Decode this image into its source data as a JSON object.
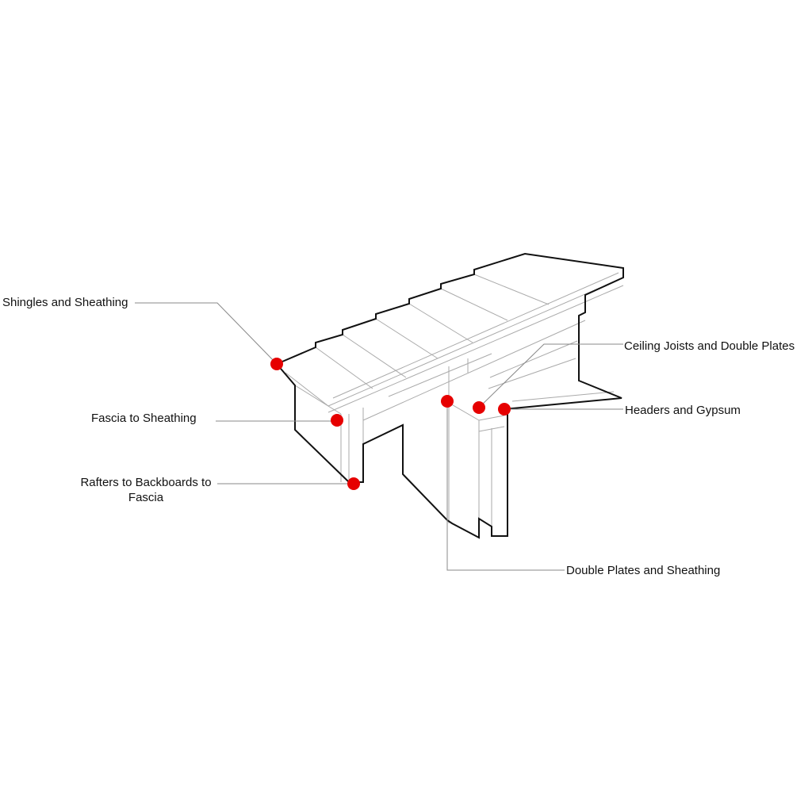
{
  "colors": {
    "background": "#ffffff",
    "outline": "#111111",
    "detail_line": "#aaaaaa",
    "leader_line": "#888888",
    "marker": "#e60000"
  },
  "callouts": [
    {
      "id": "shingles",
      "label": "Shingles and Sheathing"
    },
    {
      "id": "fascia",
      "label": "Fascia to Sheathing"
    },
    {
      "id": "rafters",
      "label": "Rafters to Backboards to Fascia"
    },
    {
      "id": "ceiling-joists",
      "label": "Ceiling Joists and Double Plates"
    },
    {
      "id": "headers",
      "label": "Headers and Gypsum"
    },
    {
      "id": "double-plates",
      "label": "Double Plates and Sheathing"
    }
  ]
}
